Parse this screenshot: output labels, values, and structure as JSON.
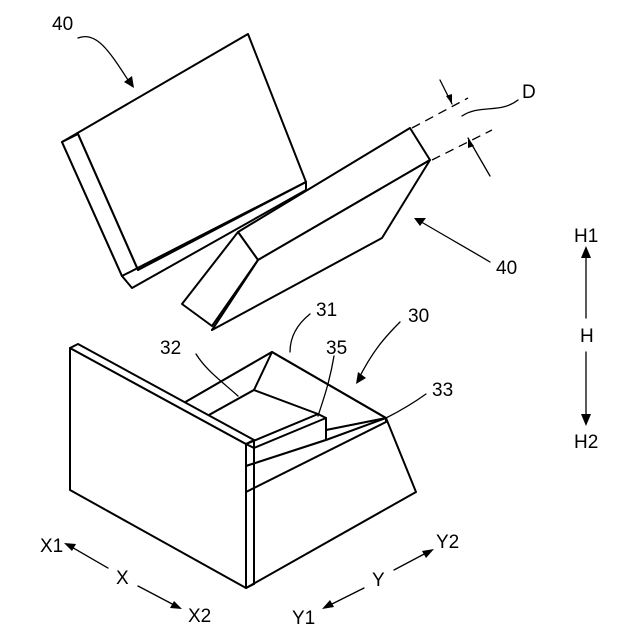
{
  "figure": {
    "labels": {
      "upper_cover": "40",
      "lower_cover": "40",
      "gap": "D",
      "h1": "H1",
      "h": "H",
      "h2": "H2",
      "ref_31": "31",
      "ref_30": "30",
      "ref_32": "32",
      "ref_35": "35",
      "ref_33": "33",
      "x1": "X1",
      "x": "X",
      "x2": "X2",
      "y2": "Y2",
      "y": "Y",
      "y1": "Y1"
    }
  }
}
